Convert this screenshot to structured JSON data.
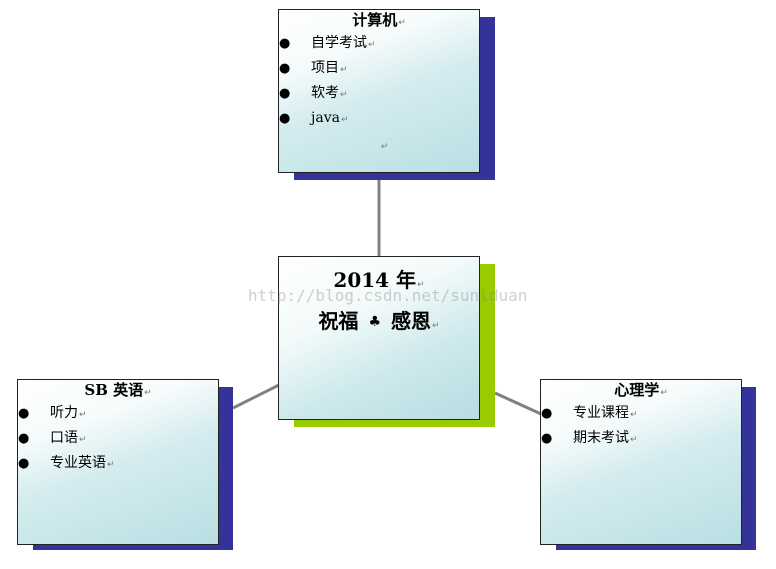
{
  "top_card": {
    "title": "计算机",
    "items": [
      "自学考试",
      "项目",
      "软考",
      "java"
    ],
    "trailing_mark": "↵"
  },
  "center_card": {
    "year": "2014 年",
    "blessing_left": "祝福",
    "symbol": "♣",
    "blessing_right": "感恩"
  },
  "left_card": {
    "title": "SB 英语",
    "items": [
      "听力",
      "口语",
      "专业英语"
    ]
  },
  "right_card": {
    "title": "心理学",
    "items": [
      "专业课程",
      "期末考试"
    ]
  },
  "watermark": "http://blog.csdn.net/sunlduan",
  "colors": {
    "shadow_navy": "#333399",
    "shadow_green": "#99cc00",
    "connector": "#808080",
    "card_border": "#222222"
  },
  "icons": {
    "bullet": "●",
    "paragraph_mark": "↵"
  }
}
